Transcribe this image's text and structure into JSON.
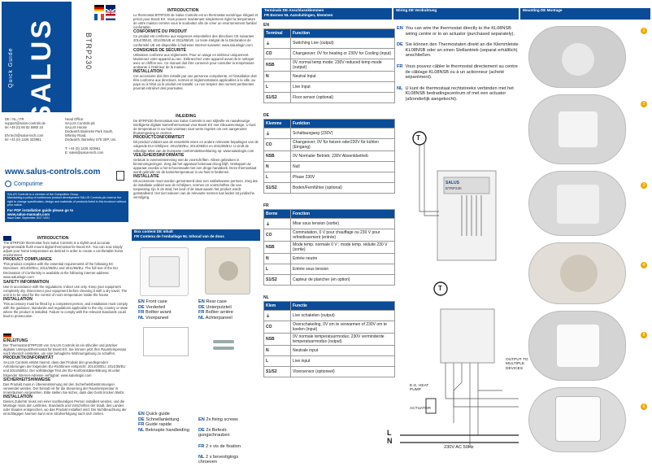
{
  "cover": {
    "side_label": "Quick Guide",
    "brand": "SALUS",
    "model": "BTRP230",
    "contacts_left": "DE / NL / FR\nsupport@salus-controls.de\ntel +49 (0) 66 82 5980 15\n\nEN tech@salus-tech.com\ntel +44 (0) 1226 323961",
    "contacts_right": "Head Office:\nSALUS Controls plc\nSALUS House\nDodworth Business Park South,\nWhinby Road,\nDodworth, Barnsley S75 3SP, Uni.\n\nT: +44 (0) 1226 323961\nE: sales@salus-tech.com",
    "website": "www.salus-controls.com",
    "computime": "Computime",
    "fine_print": "SALUS Controls is a member of the Computime Group.\nMaintaining a policy of continuous product development SALUS Controls plc reserve the right to change specification, design and materials of products listed in this brochure without prior notice.",
    "pdf_note": "For PDF installation guide please go to",
    "pdf_url": "www.salus-manuals.com",
    "issue": "Issue Date: September 2017   V001"
  },
  "intro": {
    "fr": [
      {
        "head": "INTRODUCTION",
        "body": "Le thermostat BTRP230 de Salus Controls est un thermostat numérique élégant et précis pour Boost EX. Vous pouvez maintenant simplement régler la température de votre maison comme vous le souhaitez afin de créer un environnement familial confortable."
      },
      {
        "head": "CONFORMITÉ DU PRODUIT",
        "body": "Ce produit est conforme aux exigences essentielles des directives CE suivantes : 2014/30/UE, 2014/35/UE et 2011/65/UE. Le texte intégral de la Déclaration de conformité UE est disponible à l'adresse Internet suivante: www.saluslogin.com"
      },
      {
        "head": "CONSIGNES DE SÉCURITÉ",
        "body": "Utilisation conforme aux règlements. Pour un usage en intérieur uniquement. Maintenez votre appareil au sec. Débranchez votre appareil avant de le nettoyer avec un chiffon sec. Ce manuel doit être conservé pour consulter la température ambiante à l'intérieur de la maison."
      },
      {
        "head": "INSTALLATION",
        "body": "Cet accessoire doit être installé par une personne compétente, et l'installation doit être conforme aux directives, normes et réglementations applicables à la ville, au pays ou à l'état où le produit est installé. Le non-respect des normes pertinentes pourrait entraîner des poursuites."
      }
    ],
    "nl": [
      {
        "head": "INLEIDING",
        "body": "De BTRP230 thermostaat van Salus Controls is een stijlvolle en nauwkeurige intelligente digitale kamerthermostaat voor Boost EX met inbouwmontage. U kunt de temperatuur in uw huis voortaan naar wens regelen om een aangename thuisomgeving te creëren."
      },
      {
        "head": "PRODUCTCONFORMITEIT",
        "body": "Dit product voldoet aan de essentiële eisen en andere relevante bepalingen van de volgende EU-richtlijnen: 2014/30/EU, 2014/35/EU en 2011/65/EU. U vindt de volledige tekst van de Europese conformiteitsverklaring op: www.saluslogin.com"
      },
      {
        "head": "VEILIGHEIDSINFORMATIE",
        "body": "Gebruik in overeenstemming met de voorschriften. Alleen gebruiken in binnenomgevingen. Zorg dat het apparaat helemaal droog blijft. Ontkoppel uw apparaat voordat u het schoonmaakt met een droge handdoek. Deze thermostaat wordt gebruikt om de kamertemperatuur in uw huis te bedienen."
      },
      {
        "head": "INSTALLATIE",
        "body": "Dit accessoire moet worden gemonteerd door een vakbekwame persoon. Zorg dat de installatie voldoet aan de richtlijnen, normen en voorschriften die van toepassing zijn in de stad, het land of de staat waarin het product wordt geïnstalleerd. Het niet naleven van de relevante normen kan leiden tot juridische vervolging."
      }
    ],
    "en": [
      {
        "head": "INTRODUCTION",
        "body": "The BTRP230 thermostat from Salus Controls is a stylish and accurate programmable flush mount digital thermostat for Boost EX. You can now simply adjust your home temperature as desired in order to create a comfortable home environment."
      },
      {
        "head": "PRODUCT COMPLIANCE",
        "body": "This product complies with the essential requirements of the following EC Directives: 2014/30/EU, 2014/35/EU and 2011/65/EU. The full text of the EU Declaration of Conformity is available at the following internet address: www.saluslogin.com"
      },
      {
        "head": "SAFETY INFORMATION",
        "body": "Use in accordance with the regulations. Indoor use only. Keep your equipment completely dry. Disconnect your equipment before cleaning it with a dry towel. The unit is to be used for the control of room temperature inside the house."
      },
      {
        "head": "INSTALLATION",
        "body": "This accessory must be fitted by a competent person, and installation must comply with the guidance, standards and regulations applicable to the city, country or state where the product is installed. Failure to comply with the relevant standards could lead to prosecution."
      }
    ],
    "de": [
      {
        "head": "EINLEITUNG",
        "body": "Der Thermostat BTRP230 von SALUS Controls ist ein stilvoller und präziser digitaler Unterputzthermostat für Boost EX. Sie können jetzt Ihre Raumtemperatur nach Wunsch einstellen, um eine behagliche Wohnumgebung zu schaffen."
      },
      {
        "head": "PRODUKTKONFORMITÄT",
        "body": "SALUS Controls erklärt hiermit, dass das Produkt den grundlegenden Anforderungen der folgenden EU-Richtlinien entspricht: 2014/30/EU, 2014/35/EU und 2011/65/EU. Der vollständige Text der EU-Konformitätserklärung ist unter folgender Internet-Adresse verfügbar: www.saluslogin.com"
      },
      {
        "head": "SICHERHEITSHINWEISE",
        "body": "Das Produkt muss in Übereinstimmung mit den Sicherheitsbestimmungen verwendet werden. Der Einsatz ist für die Steuerung der Raumtemperatur in Innenräumen vorgesehen. Bitte stellen Sie sicher, dass das Gerät trocken bleibt."
      },
      {
        "head": "INSTALLATION",
        "body": "Dieses Zubehör muss von einer sachkundigen Person installiert werden, und die Montage muss den Leitlinien, Standards und Vorschriften der Stadt, des Landes oder Staates entsprechen, wo das Produkt installiert wird. Die Nichtbeachtung der einschlägigen Normen kann eine Strafverfolgung nach sich ziehen."
      }
    ]
  },
  "box_bar": {
    "line1": "Box content   DE Inhalt",
    "line2": "FR Contenu de l'emballage   NL Inhoud van de doos"
  },
  "box_items": {
    "a": [
      [
        "EN",
        "Front case"
      ],
      [
        "DE",
        "Vorderteil"
      ],
      [
        "FR",
        "Boîtier avant"
      ],
      [
        "NL",
        "Voorpaneel"
      ]
    ],
    "b": [
      [
        "EN",
        "Rear case"
      ],
      [
        "DE",
        "Unterputzteil"
      ],
      [
        "FR",
        "Boîtier arrière"
      ],
      [
        "NL",
        "Achterpaneel"
      ]
    ],
    "c": [
      [
        "EN",
        "Quick guide"
      ],
      [
        "DE",
        "Schnellanleitung"
      ],
      [
        "FR",
        "Guide rapide"
      ],
      [
        "NL",
        "Beknopte handleiding"
      ]
    ],
    "d": [
      [
        "EN",
        "2x fixing screws"
      ],
      [
        "DE",
        "2x Befesti-\ngungschrauben"
      ],
      [
        "FR",
        "2 x vis de fixation"
      ],
      [
        "NL",
        "2 x bevestigings\nchroeven"
      ]
    ]
  },
  "top_bar": {
    "line1": "Terminals   DE Anschlussklemmen",
    "line2": "FR Bornes   NL Aansluitingen, klemmen",
    "wiring": "Wiring   DE Verdrahtung",
    "mounting": "Mounting   DE Montage"
  },
  "tables": [
    {
      "lang": "EN",
      "h1": "Terminal",
      "h2": "Function",
      "rows": [
        [
          "⏚",
          "Switching Live (output)"
        ],
        [
          "CO",
          "Changeover; 0V for heating or 230V for Cooling (input)"
        ],
        [
          "NSB",
          "0V normal temp mode; 230V reduced temp mode  (output)"
        ],
        [
          "N",
          "Neutral Input"
        ],
        [
          "L",
          "Live Input"
        ],
        [
          "S1/S2",
          "Floor sensor (optional)"
        ]
      ]
    },
    {
      "lang": "DE",
      "h1": "Klemme",
      "h2": "Funktion",
      "rows": [
        [
          "⏚",
          "Schaltausgang (230V)"
        ],
        [
          "CO",
          "Changeover; 0V für heizen oder230V für kühlen (Eingang)"
        ],
        [
          "NSB",
          "0V Normaler Betrieb; 230V Absenkbetrieb"
        ],
        [
          "N",
          "Null"
        ],
        [
          "L",
          "Phase 230V"
        ],
        [
          "S1/S2",
          "Boden/Fernfühler (optional)"
        ]
      ]
    },
    {
      "lang": "FR",
      "h1": "Borne",
      "h2": "Fonction",
      "rows": [
        [
          "⏚",
          "Mise sous tension (sortie)"
        ],
        [
          "CO",
          "Commutation, 0 V pour chauffage ou 230 V pour refroidissement (entrée)"
        ],
        [
          "NSB",
          "Mode temp. normale 0 V ; mode temp. réduite 230 V (sortie)"
        ],
        [
          "N",
          "Entrée neutre"
        ],
        [
          "L",
          "Entrée sous tension"
        ],
        [
          "S1/S2",
          "Capteur de plancher (en option)"
        ]
      ]
    },
    {
      "lang": "NL",
      "h1": "Klem",
      "h2": "Functie",
      "rows": [
        [
          "⏚",
          "Live schakelen (output)"
        ],
        [
          "CO",
          "Overschakeling, 0V om te verwarmen of 230V om te koelen (input)"
        ],
        [
          "NSB",
          "0V normale temperatuurmodus; 230V verminderde temperatuurmodus (output)"
        ],
        [
          "N",
          "Neutrale input"
        ],
        [
          "L",
          "Live input"
        ],
        [
          "S1/S2",
          "Vloersensor (optioneel)"
        ]
      ]
    }
  ],
  "wiring_text": [
    {
      "lang": "EN",
      "text": "You can wire the thermostat directly to the KL08NSB wiring centre or to an actuator (purchased separately)."
    },
    {
      "lang": "DE",
      "text": "Sie können den Thermostaten direkt an die Klemmleiste KL08NSB oder an einen Stellantrieb (separat erhältlich) anschließen."
    },
    {
      "lang": "FR",
      "text": "Vous pouvez câbler le thermostat directement au centre de câblage KL08NSB ou à un actionneur (acheté séparément)."
    },
    {
      "lang": "NL",
      "text": "U kunt de thermostaat rechtstreeks verbinden met het KL08NSB bedradingscentrum of met een actuator (afzonderlijk aangekocht)."
    }
  ],
  "diagram": {
    "t_symbol": "T",
    "device_brand": "SALUS",
    "device_model": "BTRP230",
    "output_label": "OUTPUT TO\nMULTIPLE\nDEVICES",
    "pump_label": "E.G. HEAT\nPUMP",
    "actuator_label": "ACTUATOR",
    "L": "L",
    "N": "N",
    "supply": "230V AC 50Hz"
  },
  "steps": [
    "1",
    "2",
    "3",
    "4",
    "5",
    "6"
  ],
  "colors": {
    "brand_blue": "#0a4c97",
    "step_orange": "#f1a800"
  }
}
